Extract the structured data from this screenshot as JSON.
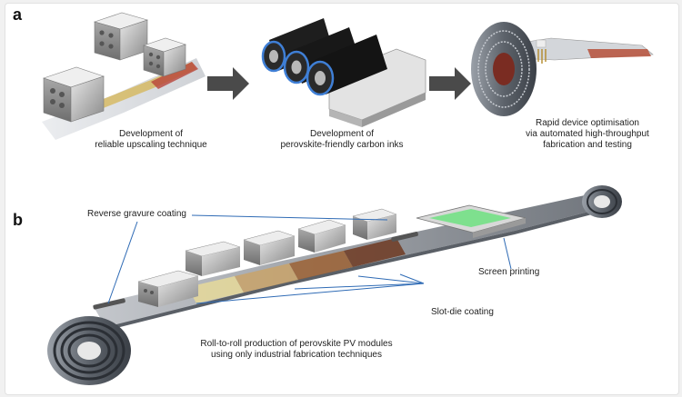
{
  "panel_a": {
    "letter": "a",
    "caption_1": {
      "line1": "Development of",
      "line2": "reliable upscaling technique"
    },
    "caption_2": {
      "line1": "Development of",
      "line2": "perovskite-friendly carbon inks"
    },
    "caption_3": {
      "line1": "Rapid device optimisation",
      "line2": "via automated high-throughput",
      "line3": "fabrication and testing"
    }
  },
  "panel_b": {
    "letter": "b",
    "label_reverse_gravure": "Reverse gravure coating",
    "label_screen_printing": "Screen printing",
    "label_slot_die": "Slot-die coating",
    "caption": {
      "line1": "Roll-to-roll production of perovskite PV modules",
      "line2": "using only industrial fabrication techniques"
    }
  },
  "colors": {
    "arrow": "#4a4a4a",
    "metal_light": "#d9d9d9",
    "metal_dark": "#8e8e8e",
    "roller_black": "#1e1e1e",
    "roller_blue_ring": "#3f7fd6",
    "screen_green": "#7ee08e",
    "film_grey": "#cfd2d6",
    "film_red": "#b6503a",
    "callout_line": "#2f6bb5"
  }
}
